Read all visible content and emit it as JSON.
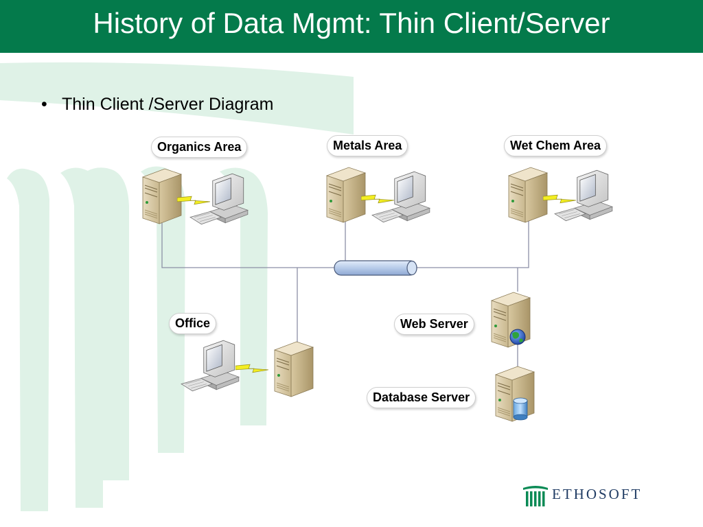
{
  "slide": {
    "title": "History of Data Mgmt: Thin Client/Server",
    "bullet": "Thin Client /Server Diagram"
  },
  "diagram": {
    "labels": {
      "organics": "Organics Area",
      "metals": "Metals Area",
      "wetchem": "Wet Chem Area",
      "office": "Office",
      "webserver": "Web Server",
      "dbserver": "Database Server"
    }
  },
  "logo": {
    "text": "ETHOSOFT"
  },
  "colors": {
    "title_bar": "#047a4b",
    "motif": "#dff2e7",
    "link": "#f3ee22",
    "network_line": "#8c8fa6",
    "backbone": "#c4d6ef"
  }
}
